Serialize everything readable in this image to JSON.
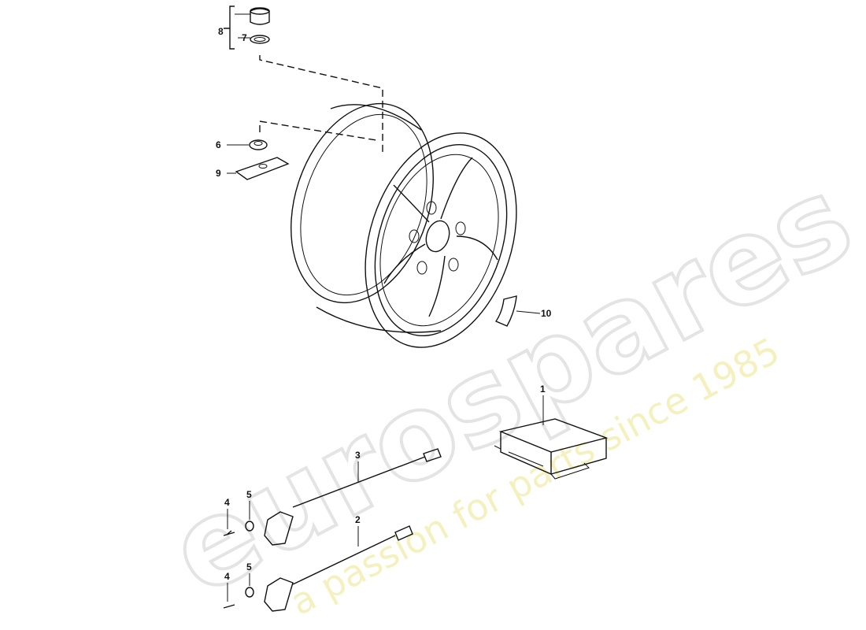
{
  "watermark": {
    "brand": "eurospares",
    "tagline": "a passion for parts since 1985"
  },
  "callouts": {
    "c8": "8",
    "c7": "7",
    "c6": "6",
    "c9": "9",
    "c10": "10",
    "c1": "1",
    "c3": "3",
    "c2": "2",
    "c4a": "4",
    "c5a": "5",
    "c4b": "4",
    "c5b": "5"
  }
}
